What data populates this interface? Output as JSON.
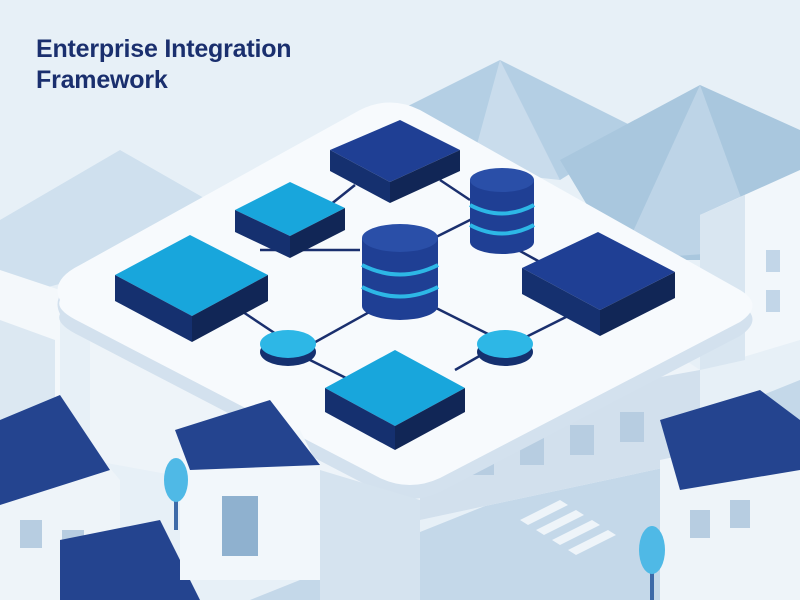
{
  "title": {
    "line1": "Enterprise Integration",
    "line2": "Framework"
  },
  "palette": {
    "sky": "#e7f0f7",
    "mountain_light": "#c6dbea",
    "mountain_mid": "#a9c7de",
    "platform_top": "#f7fafd",
    "platform_side": "#d3e1ee",
    "block_dark_top": "#1f3f94",
    "block_cyan_top": "#18a6dc",
    "block_side_dark": "#15306f",
    "node_cyan": "#2db7e6",
    "roof_navy": "#24448f",
    "tree": "#4fb9e6",
    "connector": "#1a2f6e"
  },
  "diagram": {
    "nodes": [
      {
        "name": "block-top-navy",
        "shape": "block",
        "color": "dark"
      },
      {
        "name": "block-upper-left-cyan",
        "shape": "block",
        "color": "cyan"
      },
      {
        "name": "block-left-cyan-large",
        "shape": "block",
        "color": "cyan"
      },
      {
        "name": "block-right-navy-large",
        "shape": "block",
        "color": "dark"
      },
      {
        "name": "block-bottom-cyan",
        "shape": "block",
        "color": "cyan"
      },
      {
        "name": "database-top-right",
        "shape": "database"
      },
      {
        "name": "database-center",
        "shape": "database"
      },
      {
        "name": "connector-node-left",
        "shape": "disc"
      },
      {
        "name": "connector-node-right",
        "shape": "disc"
      }
    ]
  }
}
